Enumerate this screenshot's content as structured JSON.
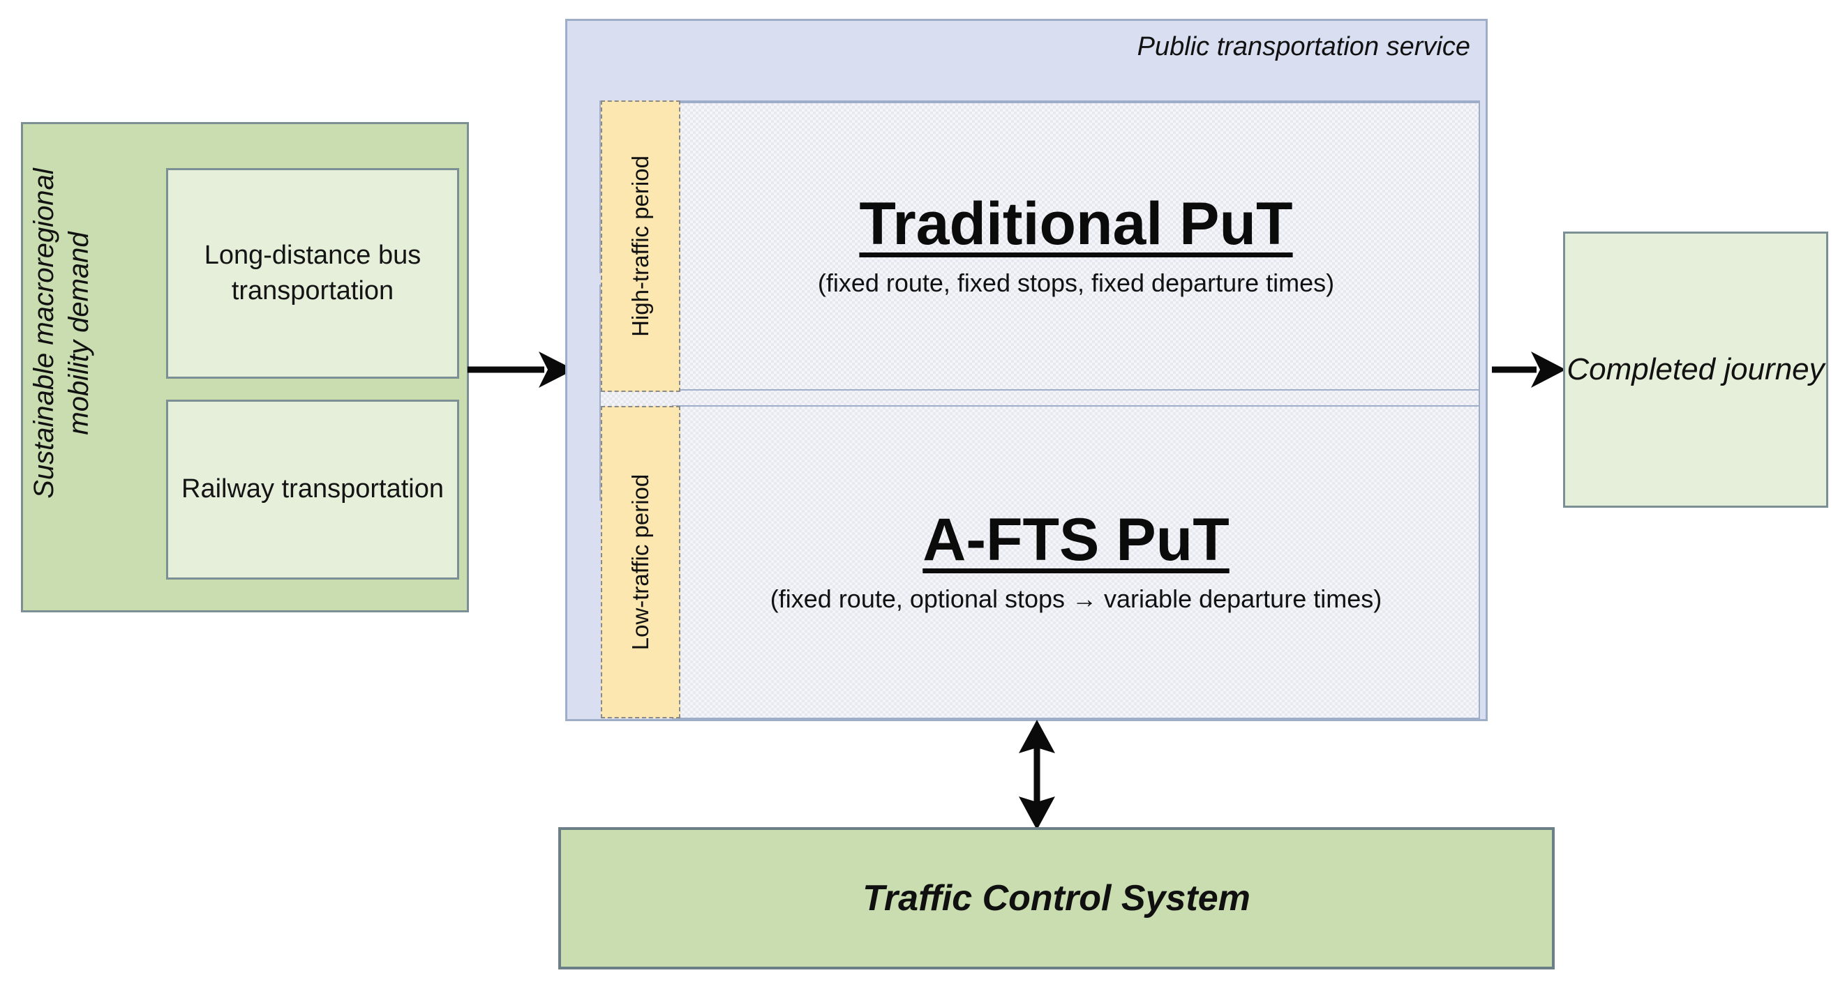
{
  "demand": {
    "label": "Sustainable macroregional mobility demand",
    "modes": [
      {
        "label": "Long-distance bus transportation"
      },
      {
        "label": "Railway transportation"
      }
    ]
  },
  "public_transportation_service": {
    "title": "Public transportation service",
    "periods": [
      {
        "tag": "High-traffic period"
      },
      {
        "tag": "Low-traffic period"
      }
    ],
    "services": [
      {
        "title": "Traditional PuT",
        "subtitle": "(fixed route, fixed stops, fixed departure times)"
      },
      {
        "title": "A-FTS PuT",
        "subtitle": "(fixed route, optional stops → variable departure times)"
      }
    ]
  },
  "completed_journey": {
    "label": "Completed journey"
  },
  "traffic_control_system": {
    "label": "Traffic Control System"
  },
  "arrows": {
    "demand_to_service": "arrow-right",
    "service_to_journey": "arrow-right",
    "service_to_tcs": "arrow-bidirectional-vertical"
  },
  "colors": {
    "green_fill": "#c9ddb0",
    "green_light_fill": "#e5efda",
    "green_border": "#7c8f94",
    "blue_fill": "#d9dff0",
    "blue_border": "#9eadc8",
    "yellow_fill": "#fce7b0",
    "yellow_border": "#8a8a8a",
    "hatched_fill": "#f4f5f9",
    "text": "#111111"
  }
}
